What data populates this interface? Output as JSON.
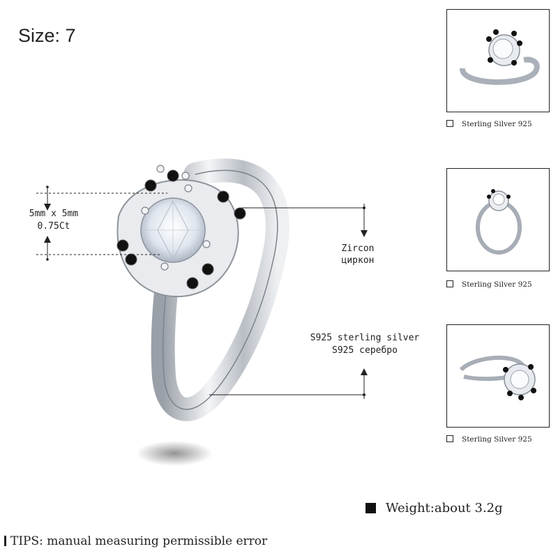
{
  "size_label": "Size: 7",
  "dimension": {
    "size": "5mm x 5mm",
    "carat": "0.75Ct"
  },
  "stone": {
    "en": "Zircon",
    "ru": "циркон"
  },
  "metal": {
    "en": "S925 sterling silver",
    "ru": "S925 серебро"
  },
  "thumbnails": [
    {
      "caption": "Sterling Silver 925"
    },
    {
      "caption": "Sterling Silver 925"
    },
    {
      "caption": "Sterling Silver 925"
    }
  ],
  "weight": "Weight:about 3.2g",
  "tips": "TIPS: manual measuring permissible error",
  "colors": {
    "text": "#222222",
    "stone_black": "#111111",
    "silver": "#c8ccd2"
  }
}
